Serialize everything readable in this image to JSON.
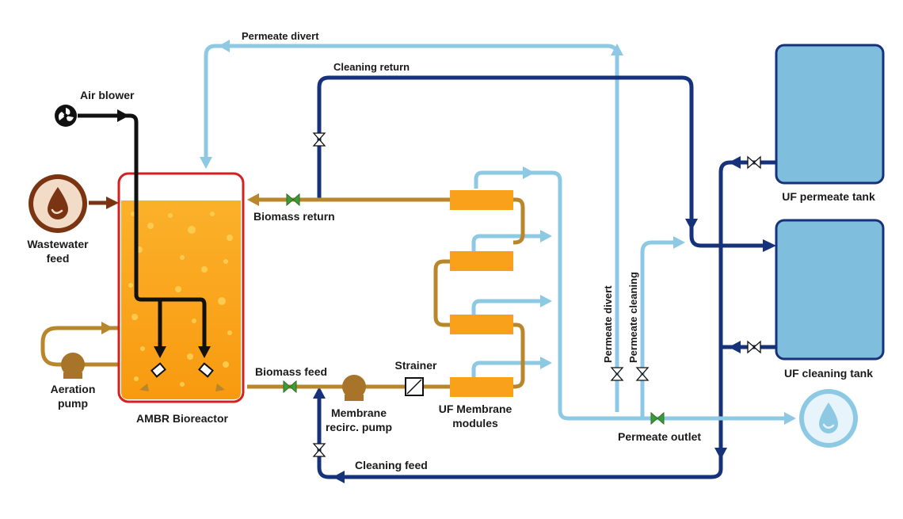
{
  "labels": {
    "air_blower": "Air blower",
    "wastewater_feed_1": "Wastewater",
    "wastewater_feed_2": "feed",
    "aeration_pump_1": "Aeration",
    "aeration_pump_2": "pump",
    "bioreactor": "AMBR Bioreactor",
    "biomass_return": "Biomass return",
    "biomass_feed": "Biomass feed",
    "membrane_pump_1": "Membrane",
    "membrane_pump_2": "recirc. pump",
    "strainer": "Strainer",
    "uf_modules_1": "UF Membrane",
    "uf_modules_2": "modules",
    "permeate_divert_top": "Permeate divert",
    "cleaning_return": "Cleaning return",
    "permeate_divert_vertical": "Permeate divert",
    "permeate_cleaning_vertical": "Permeate cleaning",
    "permeate_outlet": "Permeate outlet",
    "cleaning_feed": "Cleaning feed",
    "uf_permeate_tank": "UF permeate tank",
    "uf_cleaning_tank": "UF cleaning tank"
  },
  "icons": {
    "air_blower": "fan-icon",
    "wastewater_feed": "water-drop-icon",
    "permeate_outlet": "water-drop-icon"
  },
  "colors": {
    "permeate_line": "#8ec9e3",
    "cleaning_line": "#15327a",
    "biomass_line": "#b8862b",
    "air_line": "#111111",
    "bioreactor_fill": "#f9a11a",
    "bioreactor_border": "#d62020",
    "membrane_module": "#f9a11a",
    "tank_fill": "#7fbfdd",
    "tank_border": "#15327a",
    "valve_open": "#3d9b35",
    "wastewater": "#7a3412",
    "pump": "#a8742a"
  }
}
